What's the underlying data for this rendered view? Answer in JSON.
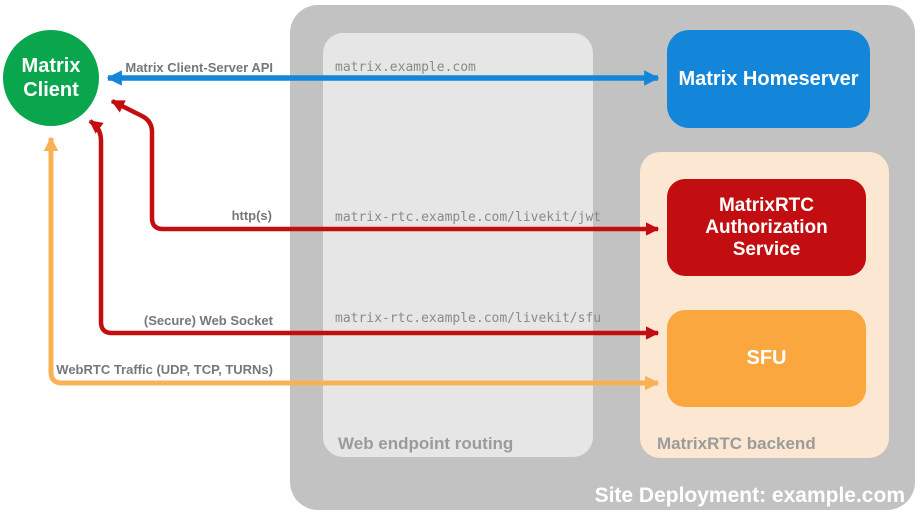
{
  "nodes": {
    "client": "Matrix\nClient",
    "homeserver": "Matrix Homeserver",
    "auth_service": "MatrixRTC\nAuthorization\nService",
    "sfu": "SFU"
  },
  "containers": {
    "deployment_label": "Site Deployment: example.com",
    "routing_label": "Web endpoint routing",
    "backend_label": "MatrixRTC backend"
  },
  "endpoints": {
    "homeserver": "matrix.example.com",
    "jwt": "matrix-rtc.example.com/livekit/jwt",
    "sfu": "matrix-rtc.example.com/livekit/sfu"
  },
  "connections": {
    "client_server_api": {
      "label": "Matrix Client-Server API",
      "color": "#1486d9"
    },
    "https": {
      "label": "http(s)",
      "color": "#c20d11"
    },
    "websocket": {
      "label": "(Secure) Web Socket",
      "color": "#c20d11"
    },
    "webrtc": {
      "label": "WebRTC Traffic (UDP, TCP, TURNs)",
      "color": "#f9b155"
    }
  },
  "colors": {
    "client_green": "#0aa64e",
    "homeserver_blue": "#1486d9",
    "service_red": "#c20d11",
    "sfu_orange": "#faa740",
    "backend_peach": "#fce8d2",
    "outer_gray": "#c2c2c2",
    "inner_gray": "#e6e6e6"
  }
}
